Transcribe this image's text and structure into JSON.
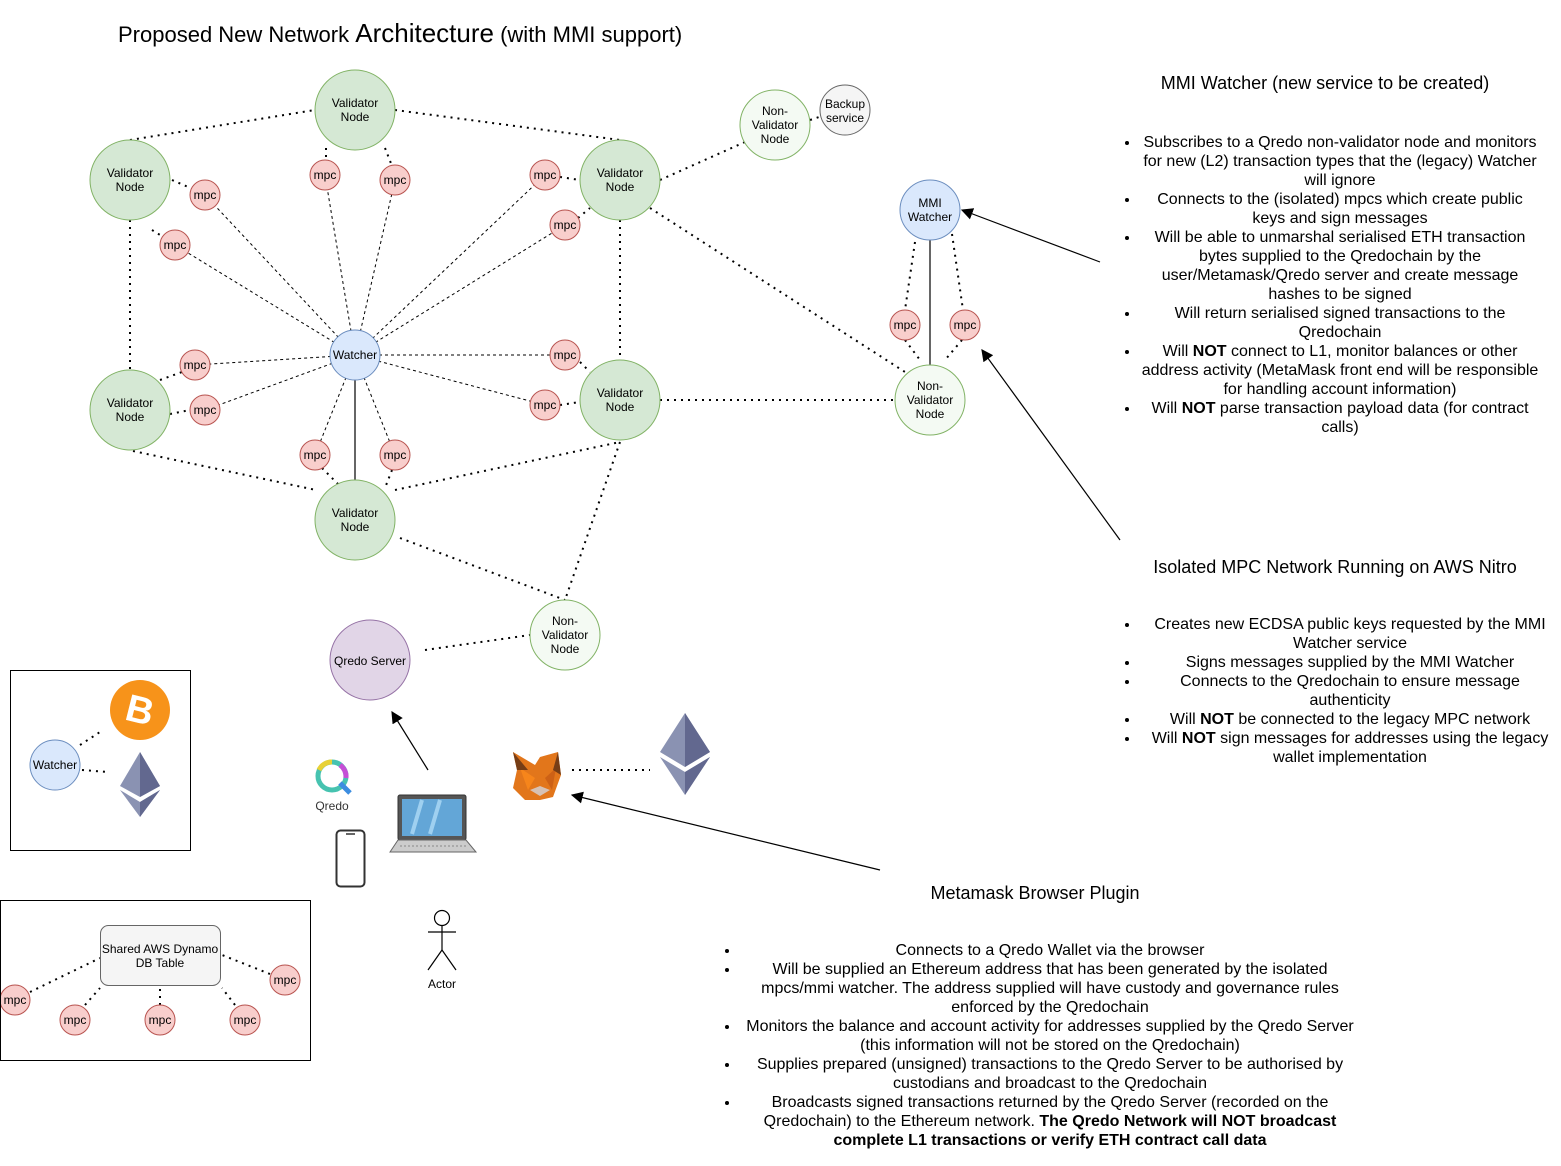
{
  "title": {
    "prefix": "Proposed New Network",
    "main": "Architecture",
    "suffix": "(with MMI support)"
  },
  "nodes": {
    "validator": "Validator Node",
    "non_validator": "Non-Validator Node",
    "watcher": "Watcher",
    "mmi_watcher": "MMI Watcher",
    "backup": "Backup service",
    "qredo_server": "Qredo Server",
    "mpc": "mpc",
    "dynamo": "Shared AWS Dynamo DB Table",
    "actor": "Actor",
    "qredo_logo": "Qredo"
  },
  "colors": {
    "validator_fill": "#d5e8d4",
    "validator_stroke": "#82b366",
    "watcher_fill": "#dae8fc",
    "watcher_stroke": "#6c8ebf",
    "mpc_fill": "#f8cecc",
    "mpc_stroke": "#b85450",
    "server_fill": "#e1d5e7",
    "server_stroke": "#9673a6",
    "nonvalidator_fill": "#f4faf3",
    "bitcoin": "#f7931a",
    "ethereum": "#627eea"
  },
  "mmi_panel": {
    "heading": "MMI Watcher (new service  to be created)",
    "items": [
      {
        "text": "Subscribes to a Qredo non-validator node and monitors for new (L2) transaction types that the (legacy) Watcher will ignore"
      },
      {
        "text": "Connects to the (isolated) mpcs which create public keys and sign messages"
      },
      {
        "text": "Will be able to unmarshal serialised ETH transaction bytes supplied to the Qredochain by the user/Metamask/Qredo server and create message hashes to be  signed"
      },
      {
        "text": "Will return serialised signed transactions to the Qredochain"
      },
      {
        "pre": "Will ",
        "bold": "NOT",
        "post": " connect to L1, monitor balances or other address activity (MetaMask front end will be responsible for handling account information)"
      },
      {
        "pre": "Will ",
        "bold": "NOT",
        "post": " parse transaction payload data (for contract calls)"
      }
    ]
  },
  "mpc_panel": {
    "heading": "Isolated MPC Network Running on AWS Nitro",
    "items": [
      {
        "text": "Creates new ECDSA public keys requested by the MMI Watcher service"
      },
      {
        "text": "Signs messages supplied by the MMI Watcher"
      },
      {
        "text": "Connects to the Qredochain to ensure message authenticity"
      },
      {
        "pre": "Will ",
        "bold": "NOT",
        "post": " be connected to the legacy MPC network"
      },
      {
        "pre": "Will ",
        "bold": "NOT",
        "post": " sign messages for addresses using the legacy wallet implementation"
      }
    ]
  },
  "metamask_panel": {
    "heading": "Metamask Browser Plugin",
    "items": [
      {
        "text": "Connects to a Qredo Wallet via the browser"
      },
      {
        "text": "Will be supplied an Ethereum address that has been generated by the isolated mpcs/mmi watcher. The address supplied will have custody and governance rules enforced by the Qredochain"
      },
      {
        "text": "Monitors the balance and account activity for addresses supplied by the Qredo Server (this information will not be stored on the Qredochain)"
      },
      {
        "text": "Supplies prepared (unsigned) transactions to the Qredo Server to be authorised by custodians and broadcast to the Qredochain"
      },
      {
        "pre": "Broadcasts signed transactions returned by the Qredo Server (recorded on the Qredochain) to the Ethereum network. ",
        "bold": "The Qredo Network will NOT broadcast complete L1 transactions or verify ETH contract call data",
        "post": ""
      }
    ]
  },
  "icons": [
    "bitcoin-icon",
    "ethereum-icon",
    "metamask-fox-icon",
    "laptop-icon",
    "phone-icon",
    "qredo-logo-icon",
    "actor-icon"
  ]
}
